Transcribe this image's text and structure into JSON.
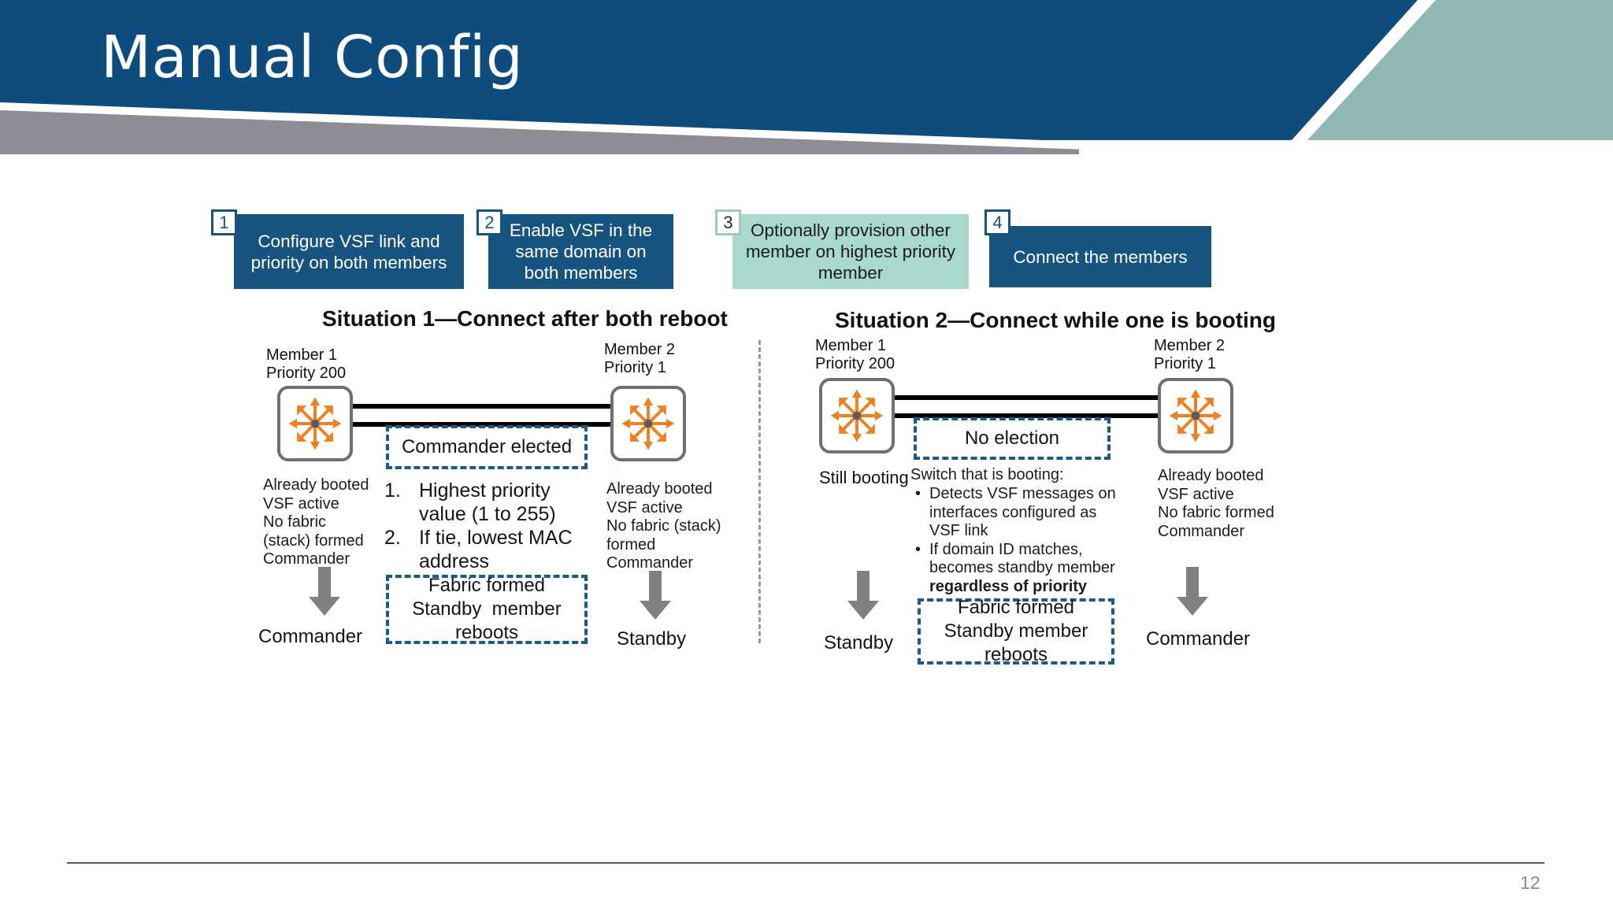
{
  "slide": {
    "title": "Manual Config",
    "page_number": "12",
    "colors": {
      "banner_blue": "#0d4c7c",
      "banner_teal": "#8fb8b4",
      "banner_gray": "#8e8c94",
      "step_blue": "#17537f",
      "step_teal": "#a9d9cc",
      "dash_blue": "#1d5b86",
      "arrow_gray": "#808080",
      "router_orange": "#ef8022"
    }
  },
  "steps": [
    {
      "num": "1",
      "label": "Configure VSF link and priority on both members",
      "style": "blue"
    },
    {
      "num": "2",
      "label": "Enable VSF in the same domain on both members",
      "style": "blue"
    },
    {
      "num": "3",
      "label": "Optionally provision other member on highest priority member",
      "style": "teal"
    },
    {
      "num": "4",
      "label": "Connect the members",
      "style": "blue"
    }
  ],
  "situation1": {
    "title": "Situation 1—Connect after both reboot",
    "member1": {
      "label": "Member 1\nPriority 200",
      "name": "Member 1",
      "priority": "Priority 200",
      "state": "Already booted\nVSF active\nNo fabric\n(stack) formed\nCommander",
      "result": "Commander"
    },
    "member2": {
      "name": "Member 2",
      "priority": "Priority 1",
      "state": "Already booted\nVSF active\nNo fabric (stack)\nformed\nCommander",
      "result": "Standby"
    },
    "callout_top": "Commander  elected",
    "election_rules": [
      "Highest priority value (1 to 255)",
      "If tie, lowest MAC address"
    ],
    "election_markers": [
      "1.",
      "2."
    ],
    "callout_bottom": "Fabric formed\nStandby  member\nreboots"
  },
  "situation2": {
    "title": "Situation 2—Connect while one is booting",
    "member1": {
      "name": "Member 1",
      "priority": "Priority 200",
      "state": "Still booting",
      "result": "Standby"
    },
    "member2": {
      "name": "Member 2",
      "priority": "Priority 1",
      "state": "Already booted\nVSF active\nNo fabric formed\nCommander",
      "result": "Commander"
    },
    "callout_top": "No election",
    "booting_header": "Switch that is booting:",
    "booting_bullets": [
      {
        "text": "Detects VSF messages on interfaces configured as VSF link",
        "bold_tail": ""
      },
      {
        "text": "If domain ID matches, becomes standby member ",
        "bold_tail": "regardless of priority"
      }
    ],
    "callout_bottom": "Fabric formed\nStandby member\nreboots"
  }
}
